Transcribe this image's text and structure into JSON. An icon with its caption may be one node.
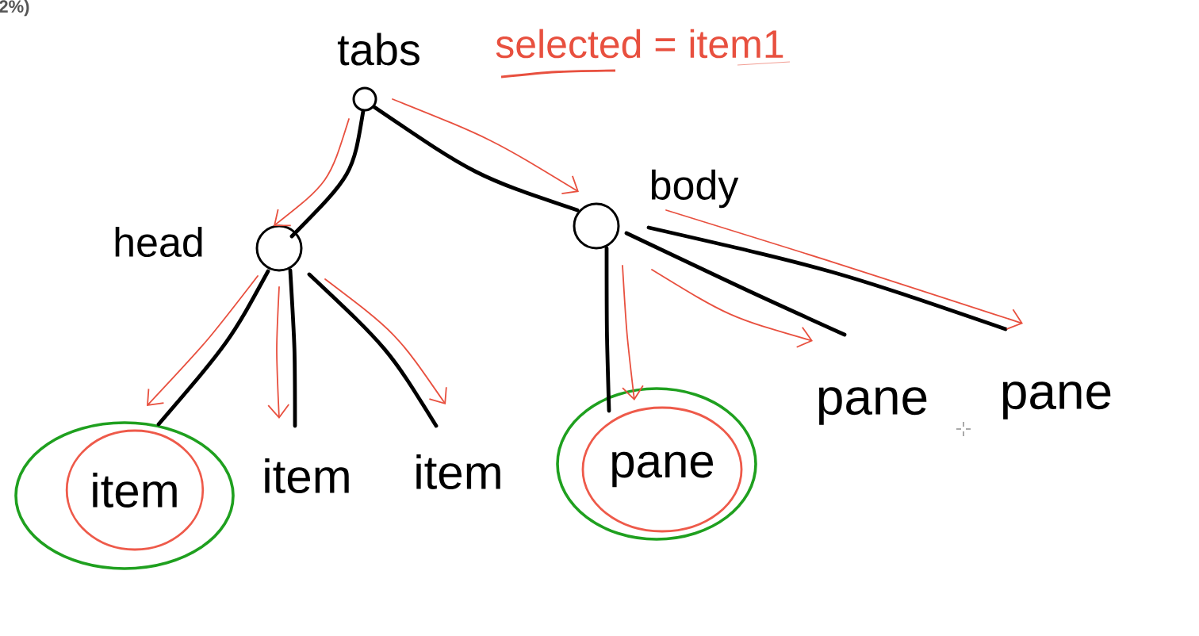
{
  "diagram": {
    "nodes": [
      {
        "text": [],
        "shape": "circle",
        "beside": [
          "tabs"
        ]
      },
      {
        "text": [],
        "shape": "circle",
        "beside": [
          "head"
        ]
      },
      {
        "text": [],
        "shape": "circle",
        "beside": [
          "body"
        ]
      },
      {
        "text": [
          "item"
        ]
      },
      {
        "text": [
          "item"
        ]
      },
      {
        "text": [
          "item"
        ]
      },
      {
        "text": [
          "pane"
        ]
      },
      {
        "text": [
          "pane"
        ]
      },
      {
        "text": [
          "pane"
        ]
      }
    ],
    "edges": [
      {
        "from": 0,
        "to": 1,
        "arrow": "none",
        "style": "thick"
      },
      {
        "from": 0,
        "to": 2,
        "arrow": "none",
        "style": "thick"
      },
      {
        "from": 1,
        "to": 3,
        "arrow": "none",
        "style": "thick"
      },
      {
        "from": 1,
        "to": 4,
        "arrow": "none",
        "style": "thick"
      },
      {
        "from": 1,
        "to": 5,
        "arrow": "none",
        "style": "thick"
      },
      {
        "from": 2,
        "to": 6,
        "arrow": "none",
        "style": "thick"
      },
      {
        "from": 2,
        "to": 7,
        "arrow": "none",
        "style": "thick"
      },
      {
        "from": 2,
        "to": 8,
        "arrow": "none",
        "style": "thick"
      },
      {
        "from": 0,
        "to": 1,
        "arrow": "to",
        "color": "#e8503f"
      },
      {
        "from": 0,
        "to": 2,
        "arrow": "to",
        "color": "#e8503f"
      },
      {
        "from": 1,
        "to": 3,
        "arrow": "to",
        "color": "#e8503f"
      },
      {
        "from": 1,
        "to": 4,
        "arrow": "to",
        "color": "#e8503f"
      },
      {
        "from": 1,
        "to": 5,
        "arrow": "to",
        "color": "#e8503f"
      },
      {
        "from": 2,
        "to": 6,
        "arrow": "to",
        "color": "#e8503f"
      },
      {
        "from": 2,
        "to": 7,
        "arrow": "to",
        "color": "#e8503f"
      },
      {
        "from": 2,
        "to": 8,
        "arrow": "to",
        "color": "#e8503f"
      }
    ],
    "labels": [
      "2%)",
      "selected = item1"
    ]
  }
}
